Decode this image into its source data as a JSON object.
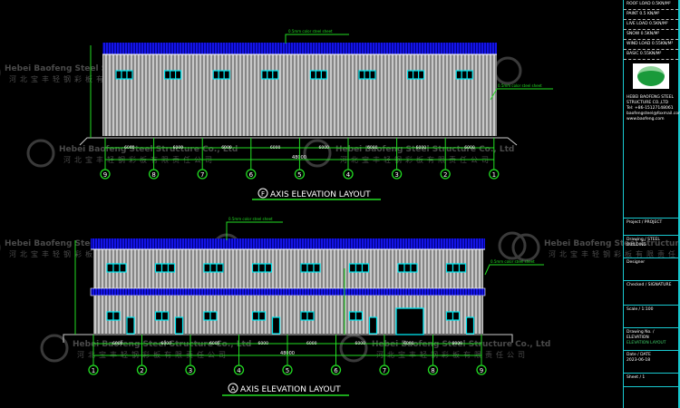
{
  "colors": {
    "background": "#000000",
    "roof": "#1010e0",
    "wall": "#c8c8c8",
    "window": "#00e5ee",
    "dimension": "#22dd22",
    "frame": "#19c9d0",
    "watermark": "#555555"
  },
  "top_elevation": {
    "title": "AXIS ELEVATION LAYOUT",
    "axis_marker": "F",
    "axes": [
      "9",
      "8",
      "7",
      "6",
      "5",
      "4",
      "3",
      "2",
      "1"
    ],
    "bay_dims": [
      "6000",
      "6000",
      "6000",
      "6000",
      "6000",
      "6000",
      "6000",
      "6000"
    ],
    "total_dim": "48000",
    "roof_note": "0.5mm color steel sheet",
    "wall_note": "0.5mm color steel sheet"
  },
  "bottom_elevation": {
    "title": "AXIS ELEVATION LAYOUT",
    "axis_marker": "A",
    "axes": [
      "1",
      "2",
      "3",
      "4",
      "5",
      "6",
      "7",
      "8",
      "9"
    ],
    "bay_dims": [
      "6000",
      "6000",
      "6000",
      "6000",
      "6000",
      "6000",
      "6000",
      "6000"
    ],
    "total_dim": "48000",
    "roof_note": "0.5mm color steel sheet",
    "wall_note": "0.5mm color steel sheet"
  },
  "watermark": {
    "en": "Hebei Baofeng Steel Structure Co., Ltd",
    "cn": "河北宝丰轻钢彩板有限责任公司"
  },
  "title_block": {
    "notes": [
      "ROOF LOAD 0.5KN/M²",
      "PAINT 0.5 KN/M²",
      "LIVE LOAD 0.5KN/M²",
      "SNOW 0.5KN/M²",
      "WIND LOAD 0.55KN/M²",
      "BASIC 0.55KN/M²"
    ],
    "company": "HEBEI BAOFENG STEEL STRUCTURE CO.,LTD",
    "tel": "Tel: +86-15127148061",
    "email": "baofengsteel@foxmail.com",
    "web": "www.baofeng.com",
    "rows": [
      "Project / PROJECT",
      "Drawing / STEEL BUILDING",
      "Designer",
      "Checked / SIGNATURE",
      "Scale / 1:100",
      "Drawing No. / ELEVATION",
      "ELEVATION LAYOUT",
      "Date / DATE",
      "2023-06-18",
      "Sheet / 1"
    ]
  }
}
